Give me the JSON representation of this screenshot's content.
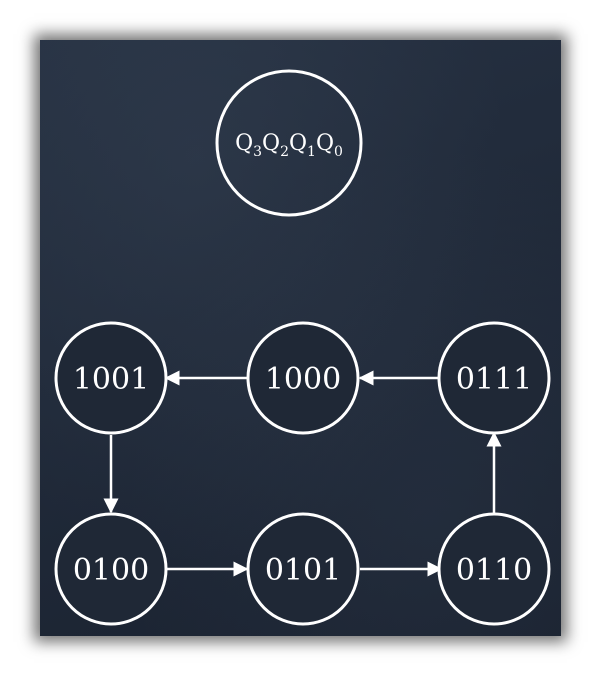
{
  "diagram": {
    "legend": {
      "letter": "Q",
      "subscripts": [
        "3",
        "2",
        "1",
        "0"
      ]
    },
    "states": [
      {
        "id": "s1001",
        "label": "1001"
      },
      {
        "id": "s1000",
        "label": "1000"
      },
      {
        "id": "s0111",
        "label": "0111"
      },
      {
        "id": "s0100",
        "label": "0100"
      },
      {
        "id": "s0101",
        "label": "0101"
      },
      {
        "id": "s0110",
        "label": "0110"
      }
    ],
    "transitions": [
      {
        "from": "0100",
        "to": "0101"
      },
      {
        "from": "0101",
        "to": "0110"
      },
      {
        "from": "0110",
        "to": "0111"
      },
      {
        "from": "0111",
        "to": "1000"
      },
      {
        "from": "1000",
        "to": "1001"
      },
      {
        "from": "1001",
        "to": "0100"
      }
    ],
    "colors": {
      "background": "#1f2836",
      "stroke": "#ffffff"
    }
  }
}
